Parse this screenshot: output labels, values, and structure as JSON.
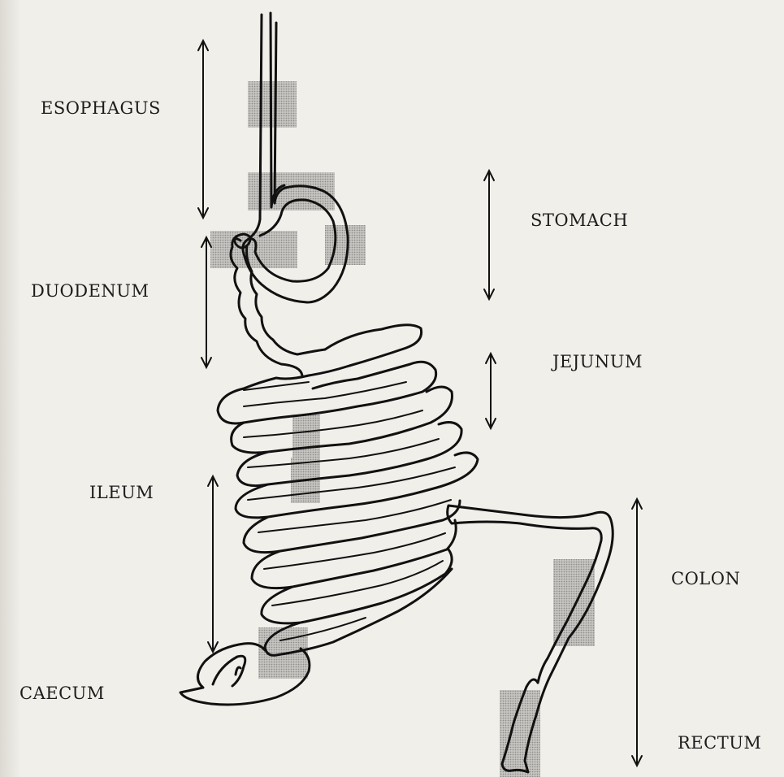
{
  "labels": {
    "esophagus": "ESOPHAGUS",
    "stomach": "STOMACH",
    "duodenum": "DUODENUM",
    "jejunum": "JEJUNUM",
    "ileum": "ILEUM",
    "colon": "COLON",
    "caecum": "CAECUM",
    "rectum": "RECTUM"
  },
  "colors": {
    "ink": "#111111",
    "paper": "#f1efea",
    "shaded_region": "#b4b2ae"
  }
}
